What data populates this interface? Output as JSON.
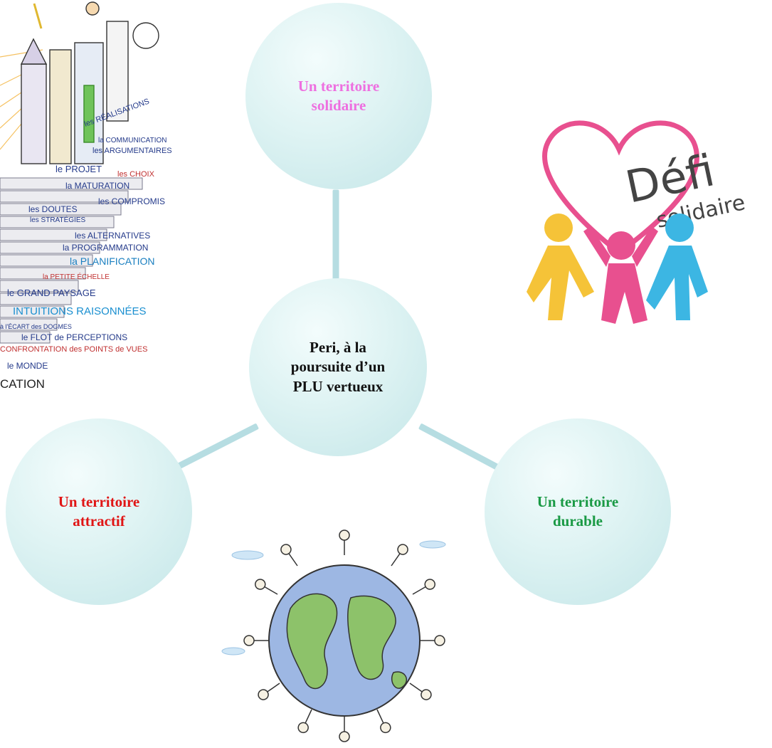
{
  "diagram": {
    "center": {
      "label": "Peri, à la poursuite d’un PLU vertueux",
      "lines": [
        "Peri, à la",
        "poursuite d’un",
        "PLU vertueux"
      ],
      "color": "#111111"
    },
    "nodes": {
      "top": {
        "lines": [
          "Un territoire",
          "solidaire"
        ],
        "color": "#ee6fe0"
      },
      "left": {
        "lines": [
          "Un territoire",
          "attractif"
        ],
        "color": "#e01515"
      },
      "right": {
        "lines": [
          "Un territoire",
          "durable"
        ],
        "color": "#1a9a45"
      }
    },
    "connector_color": "#b6dde2",
    "node_fill": "#d6efef"
  },
  "sketch": {
    "words": [
      "les RÉALISATIONS",
      "la COMMUNICATION",
      "les ARGUMENTAIRES",
      "le PROJET",
      "les CHOIX",
      "la MATURATION",
      "les COMPROMIS",
      "les DOUTES",
      "les STRATÉGIES",
      "les ALTERNATIVES",
      "la PROGRAMMATION",
      "la PLANIFICATION",
      "la PETITE ÉCHELLE",
      "le GRAND PAYSAGE",
      "INTUITIONS RAISONNÉES",
      "à l'ÉCART des DOGMES",
      "le FLOT de PERCEPTIONS",
      "CONFRONTATION des POINTS de VUES",
      "le MONDE",
      "CATION"
    ]
  },
  "logo": {
    "text_main": "Défi",
    "text_sub": "solidaire",
    "colors": {
      "heart": "#e8508f",
      "left": "#f5c338",
      "middle": "#e8508f",
      "right": "#3cb6e3"
    }
  },
  "icons": {
    "sketch": "stairs-sketch-illustration",
    "logo": "defi-solidaire-logo",
    "globe": "globe-people-illustration"
  }
}
